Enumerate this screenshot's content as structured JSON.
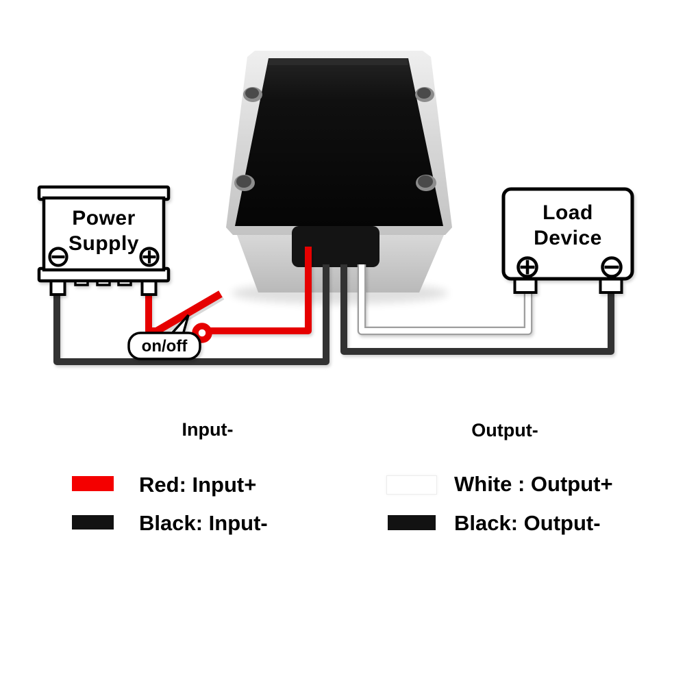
{
  "power_supply": {
    "label": "Power Supply",
    "terminal_left": "minus",
    "terminal_right": "plus"
  },
  "load_device": {
    "label": "Load Device",
    "terminal_left": "plus",
    "terminal_right": "minus"
  },
  "switch": {
    "label": "on/off"
  },
  "wire_labels": {
    "input_minus": "Input-",
    "output_minus": "Output-"
  },
  "legend": {
    "items": [
      {
        "swatch_color": "#f40000",
        "label": "Red: Input+"
      },
      {
        "swatch_color": "#121212",
        "label": "Black: Input-"
      },
      {
        "swatch_color": "#ffffff",
        "label": "White : Output+"
      },
      {
        "swatch_color": "#121212",
        "label": "Black: Output-"
      }
    ]
  },
  "colors": {
    "wire_red": "#e60000",
    "wire_black": "#303030",
    "wire_white": "#ffffff",
    "module_flange": "#d9d9d9",
    "module_top": "#0d0d0d"
  }
}
